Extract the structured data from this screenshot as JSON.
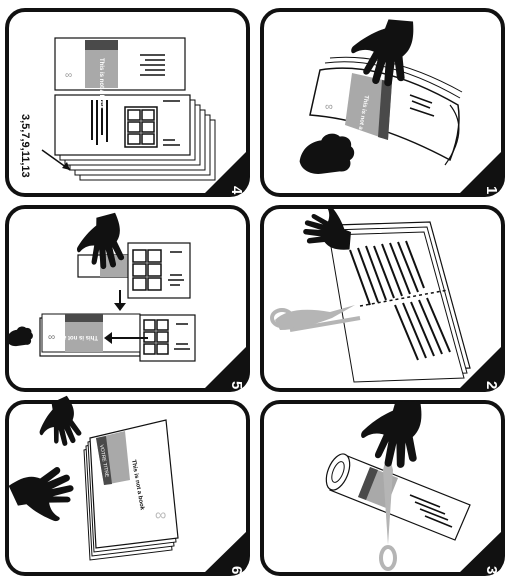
{
  "panels": [
    {
      "step": "4",
      "page_list": "3,5,7,9,11,13",
      "book_text": "This is not a book"
    },
    {
      "step": "1",
      "book_text": "This is not a book"
    },
    {
      "step": "5",
      "book_text": "This is not a book"
    },
    {
      "step": "2"
    },
    {
      "step": "6",
      "book_text": "This is not a book",
      "spine_text": "VOTRE TITRE"
    },
    {
      "step": "3"
    }
  ],
  "colors": {
    "ink": "#111111",
    "cover_gray": "#a9a9a9",
    "cover_dark": "#4a4a4a",
    "scissors": "#b5b5b5"
  }
}
